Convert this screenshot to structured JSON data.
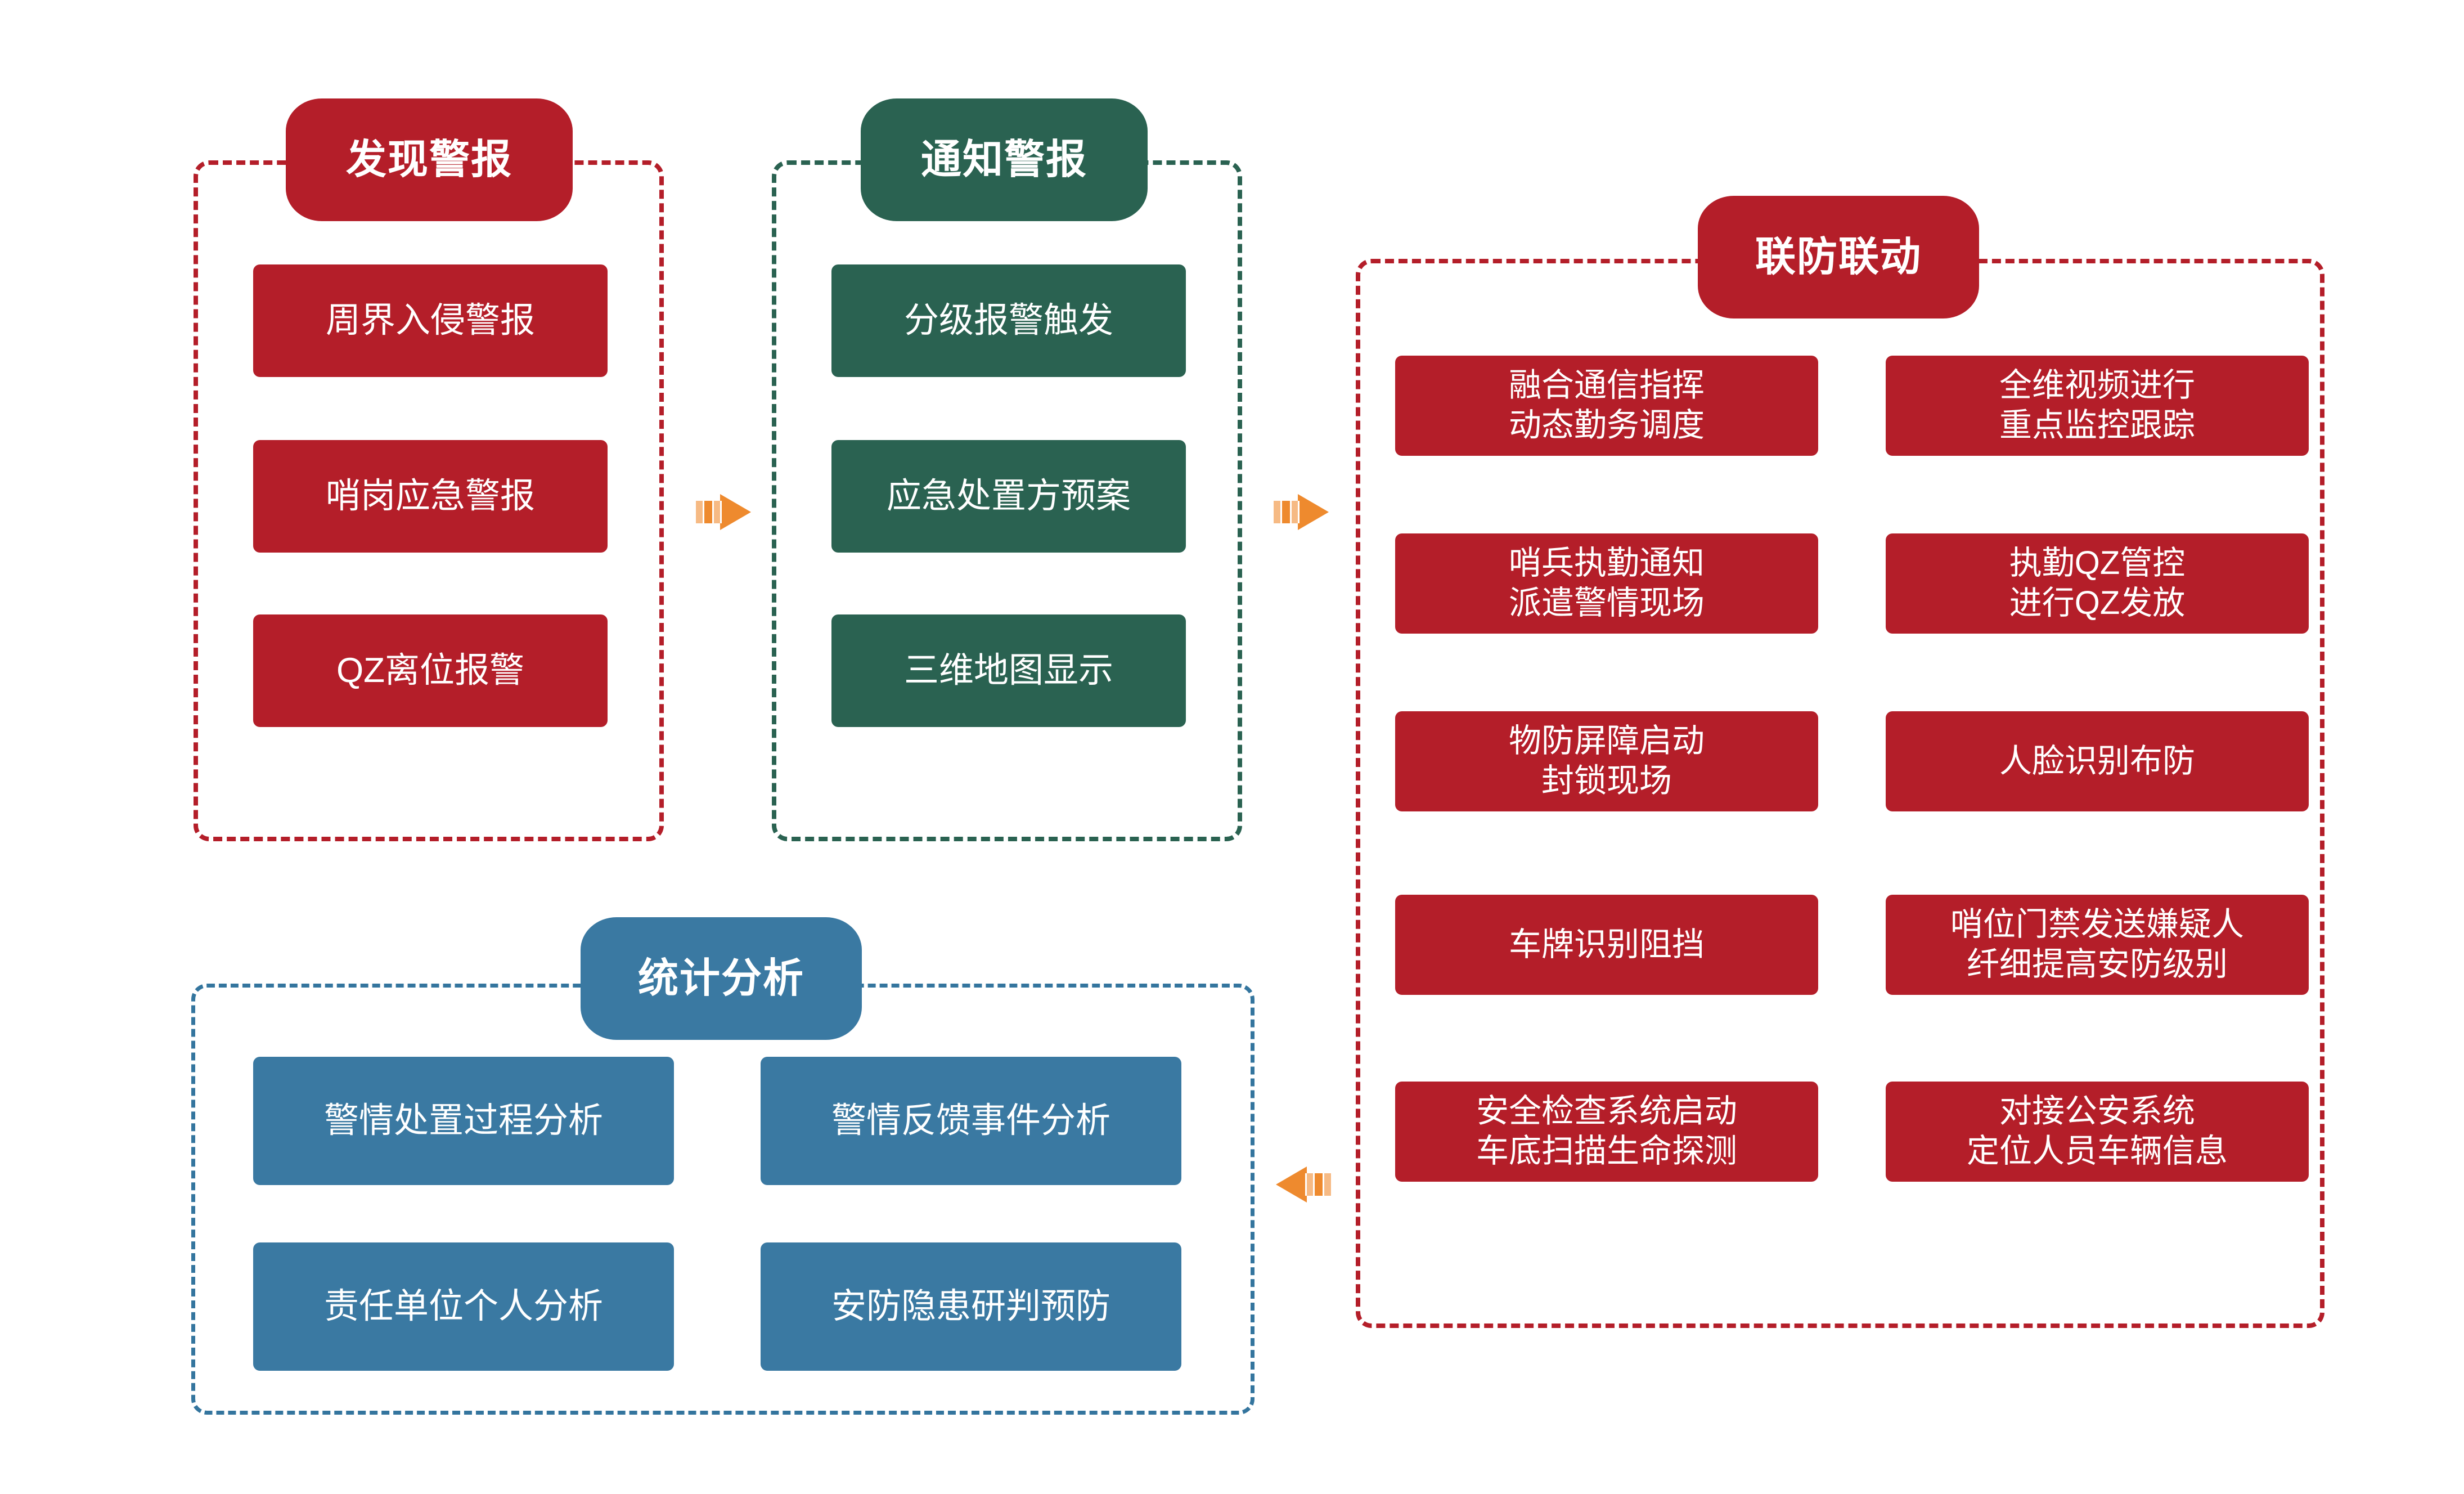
{
  "diagram": {
    "title_hint": "",
    "colors": {
      "red": "#B41E29",
      "green": "#2A6251",
      "blue": "#3A79A2",
      "arrow_orange": "#EE8A2E",
      "arrow_orange_light": "#F6BA84",
      "background": "#FFFFFF"
    },
    "groups": [
      {
        "id": "discover-alarm",
        "title": "发现警报",
        "color": "red",
        "items": [
          {
            "label": "周界入侵警报"
          },
          {
            "label": "哨岗应急警报"
          },
          {
            "label": "QZ离位报警"
          }
        ]
      },
      {
        "id": "notify-alarm",
        "title": "通知警报",
        "color": "green",
        "items": [
          {
            "label": "分级报警触发"
          },
          {
            "label": "应急处置方预案"
          },
          {
            "label": "三维地图显示"
          }
        ]
      },
      {
        "id": "joint-defense",
        "title": "联防联动",
        "color": "red",
        "items": [
          {
            "label": "融合通信指挥\n动态勤务调度"
          },
          {
            "label": "全维视频进行\n重点监控跟踪"
          },
          {
            "label": "哨兵执勤通知\n派遣警情现场"
          },
          {
            "label": "执勤QZ管控\n进行QZ发放"
          },
          {
            "label": "物防屏障启动\n封锁现场"
          },
          {
            "label": "人脸识别布防"
          },
          {
            "label": "车牌识别阻挡"
          },
          {
            "label": "哨位门禁发送嫌疑人\n纤细提高安防级别"
          },
          {
            "label": "安全检查系统启动\n车底扫描生命探测"
          },
          {
            "label": "对接公安系统\n定位人员车辆信息"
          }
        ]
      },
      {
        "id": "statistics-analysis",
        "title": "统计分析",
        "color": "blue",
        "items": [
          {
            "label": "警情处置过程分析"
          },
          {
            "label": "警情反馈事件分析"
          },
          {
            "label": "责任单位个人分析"
          },
          {
            "label": "安防隐患研判预防"
          }
        ]
      }
    ],
    "connectors": [
      {
        "id": "arrow-discover-to-notify",
        "direction": "right"
      },
      {
        "id": "arrow-notify-to-joint",
        "direction": "right"
      },
      {
        "id": "arrow-joint-to-statistics",
        "direction": "left"
      }
    ]
  }
}
